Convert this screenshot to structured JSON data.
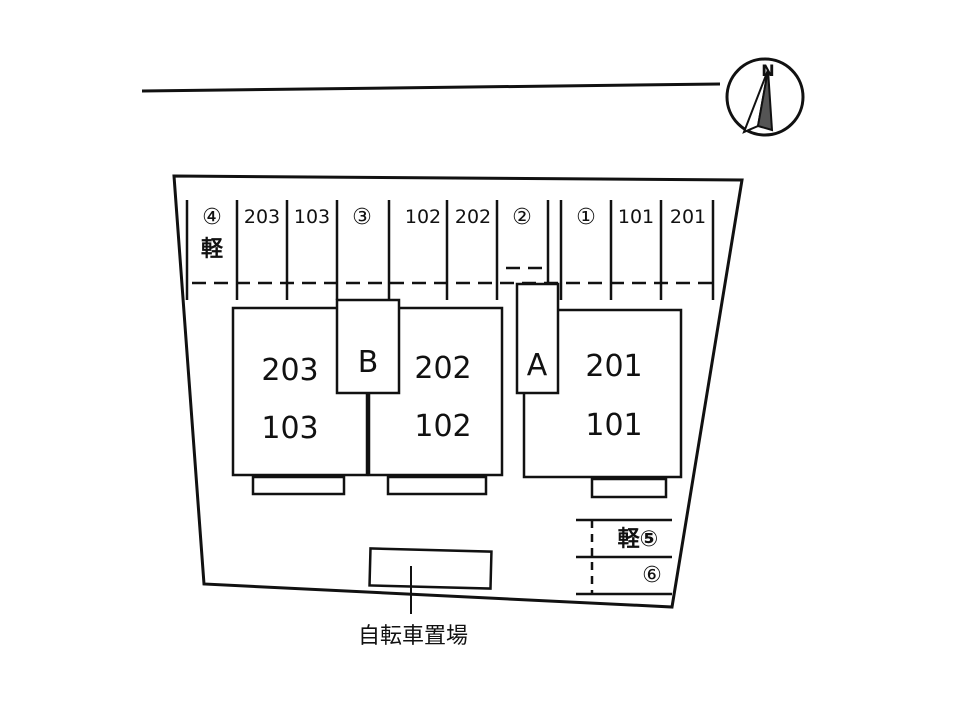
{
  "north": {
    "label": "N"
  },
  "parking_top": {
    "slot4": "④",
    "slot4_kei": "軽",
    "slot_203": "203",
    "slot_103": "103",
    "slot3": "③",
    "slot_102": "102",
    "slot_202": "202",
    "slot2": "②",
    "slot1": "①",
    "slot_101": "101",
    "slot_201": "201"
  },
  "buildings": {
    "left": {
      "upper": "203",
      "lower": "103"
    },
    "stair_b": "B",
    "middle": {
      "upper": "202",
      "lower": "102"
    },
    "stair_a": "A",
    "right": {
      "upper": "201",
      "lower": "101"
    }
  },
  "parking_side": {
    "slot5": "軽⑤",
    "slot6": "⑥"
  },
  "bike_parking": {
    "label": "自転車置場"
  }
}
